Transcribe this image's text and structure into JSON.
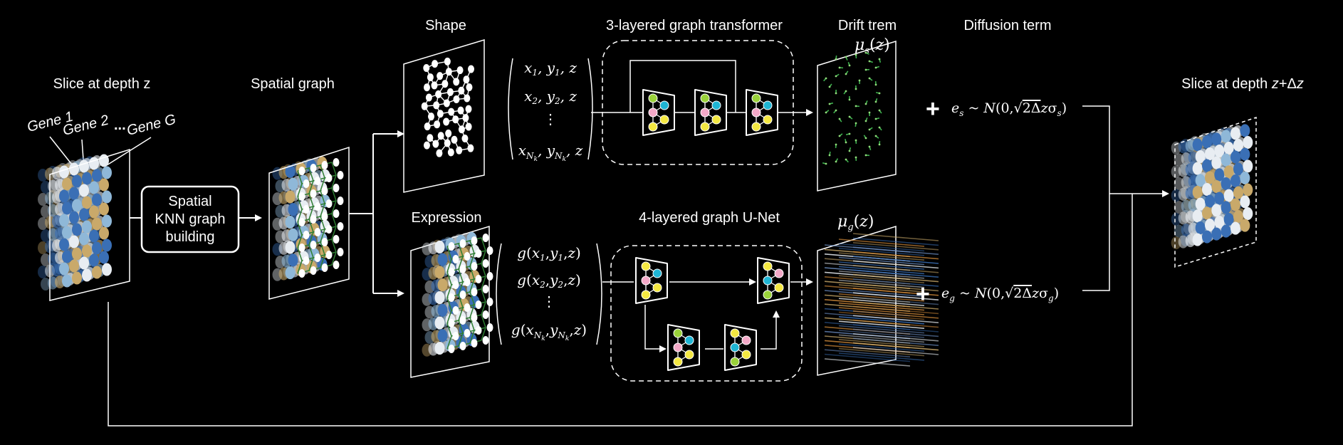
{
  "labels": {
    "slice_z": "Slice at depth z",
    "gene1": "Gene 1",
    "gene2": "Gene 2",
    "gene_dots": "...",
    "geneG": "Gene G",
    "knn_line1": "Spatial",
    "knn_line2": "KNN graph",
    "knn_line3": "building",
    "spatial_graph": "Spatial graph",
    "shape": "Shape",
    "expression": "Expression",
    "transformer": "3-layered graph transformer",
    "unet": "4-layered graph U-Net",
    "drift": "Drift trem",
    "diffusion": "Diffusion term",
    "mu_s": "μs(z)",
    "mu_g": "μg(z)",
    "noise_s": "es ~ N(0,√2Δzσs)",
    "noise_g": "eg ~ N(0,√2Δzσg)",
    "slice_dz": "Slice at depth z+Δz"
  },
  "shape_vector": [
    "x1, y1, z",
    "x2, y2, z",
    "⋮",
    "xNk, yNk, z"
  ],
  "expr_vector": [
    "g(x1,y1,z)",
    "g(x2,y2,z)",
    "⋮",
    "g(xNk,yNk,z)"
  ],
  "colors": {
    "background": "#000000",
    "foreground": "#ffffff",
    "node_yellow": "#f4e842",
    "node_cyan": "#1fb5d4",
    "node_pink": "#f4a9c8",
    "node_green": "#9ad23a",
    "edge_green": "#2e7d32",
    "cell_blue": "#3a6fb5",
    "cell_tan": "#c9a96a"
  }
}
